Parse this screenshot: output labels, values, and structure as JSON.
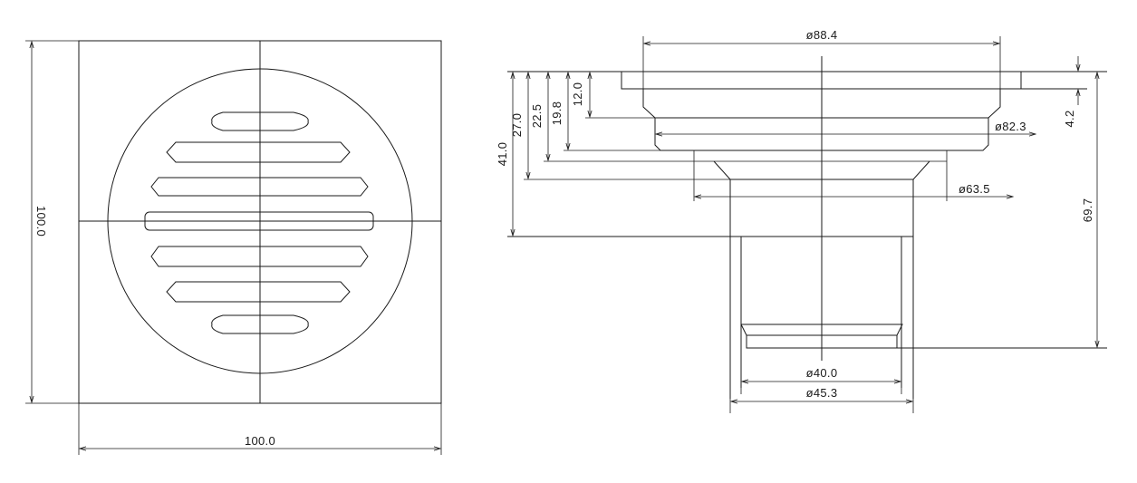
{
  "top_view": {
    "width_label": "100.0",
    "height_label": "100.0"
  },
  "side_view": {
    "d_top": "ø88.4",
    "d_shoulder": "ø82.3",
    "d_flange": "ø63.5",
    "d_inner": "ø40.0",
    "d_outer": "ø45.3",
    "h_12": "12.0",
    "h_19": "19.8",
    "h_22": "22.5",
    "h_27": "27.0",
    "h_41": "41.0",
    "h_69": "69.7",
    "h_4": "4.2"
  },
  "colors": {
    "line": "#1a1a1a",
    "background": "#ffffff"
  }
}
